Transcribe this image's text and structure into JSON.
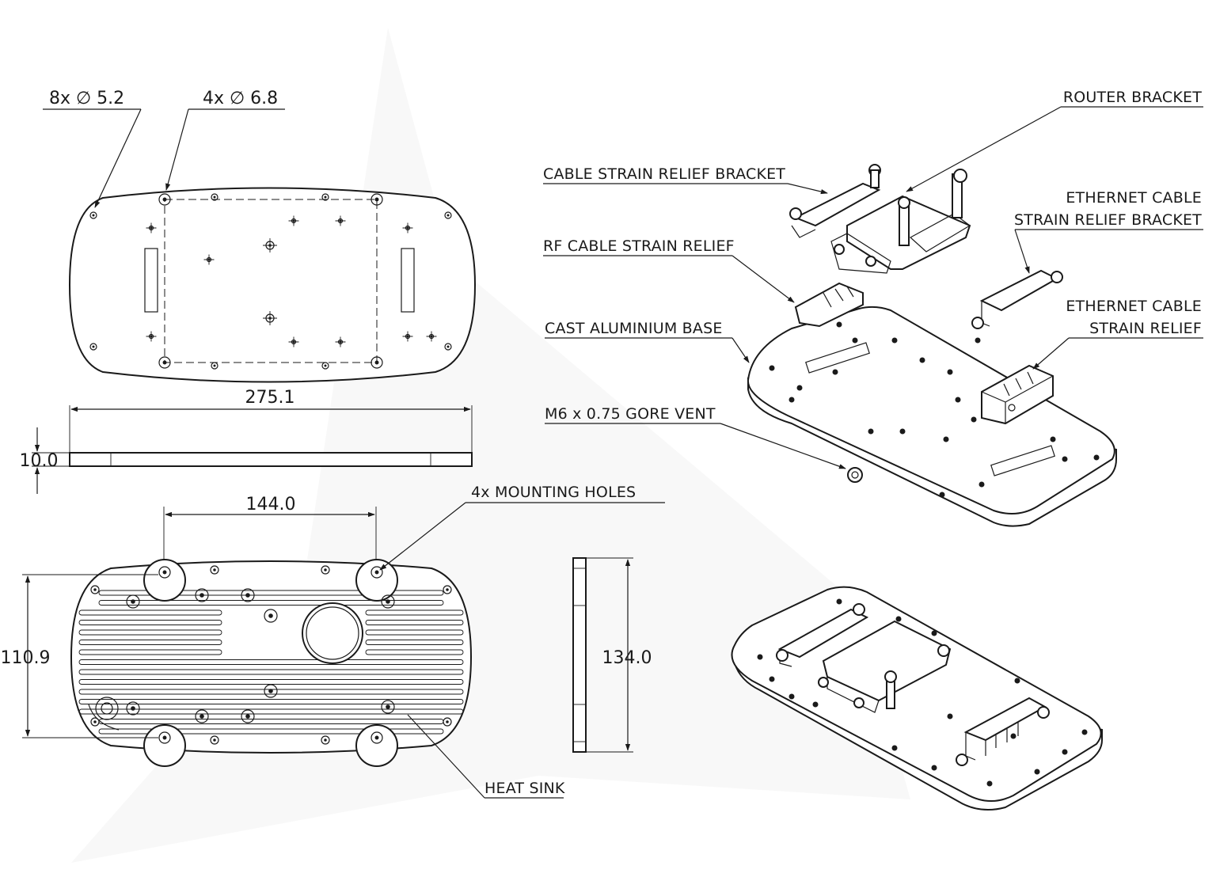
{
  "callouts": {
    "holes_small": "8x  ∅ 5.2",
    "holes_large": "4x  ∅ 6.8",
    "router_bracket": "ROUTER BRACKET",
    "cable_strain_relief_bracket": "CABLE STRAIN RELIEF BRACKET",
    "ethernet_cable_strain_relief_bracket_1": "ETHERNET CABLE",
    "ethernet_cable_strain_relief_bracket_2": "STRAIN RELIEF BRACKET",
    "rf_cable_strain_relief": "RF CABLE STRAIN RELIEF",
    "ethernet_cable_strain_relief_1": "ETHERNET CABLE",
    "ethernet_cable_strain_relief_2": "STRAIN RELIEF",
    "cast_aluminium_base": "CAST ALUMINIUM BASE",
    "gore_vent": "M6 x 0.75 GORE VENT",
    "mounting_holes": "4x MOUNTING HOLES",
    "heat_sink": "HEAT SINK"
  },
  "dimensions": {
    "overall_length": "275.1",
    "thickness": "10.0",
    "hole_spacing": "144.0",
    "height_left": "110.9",
    "height_side": "134.0"
  }
}
